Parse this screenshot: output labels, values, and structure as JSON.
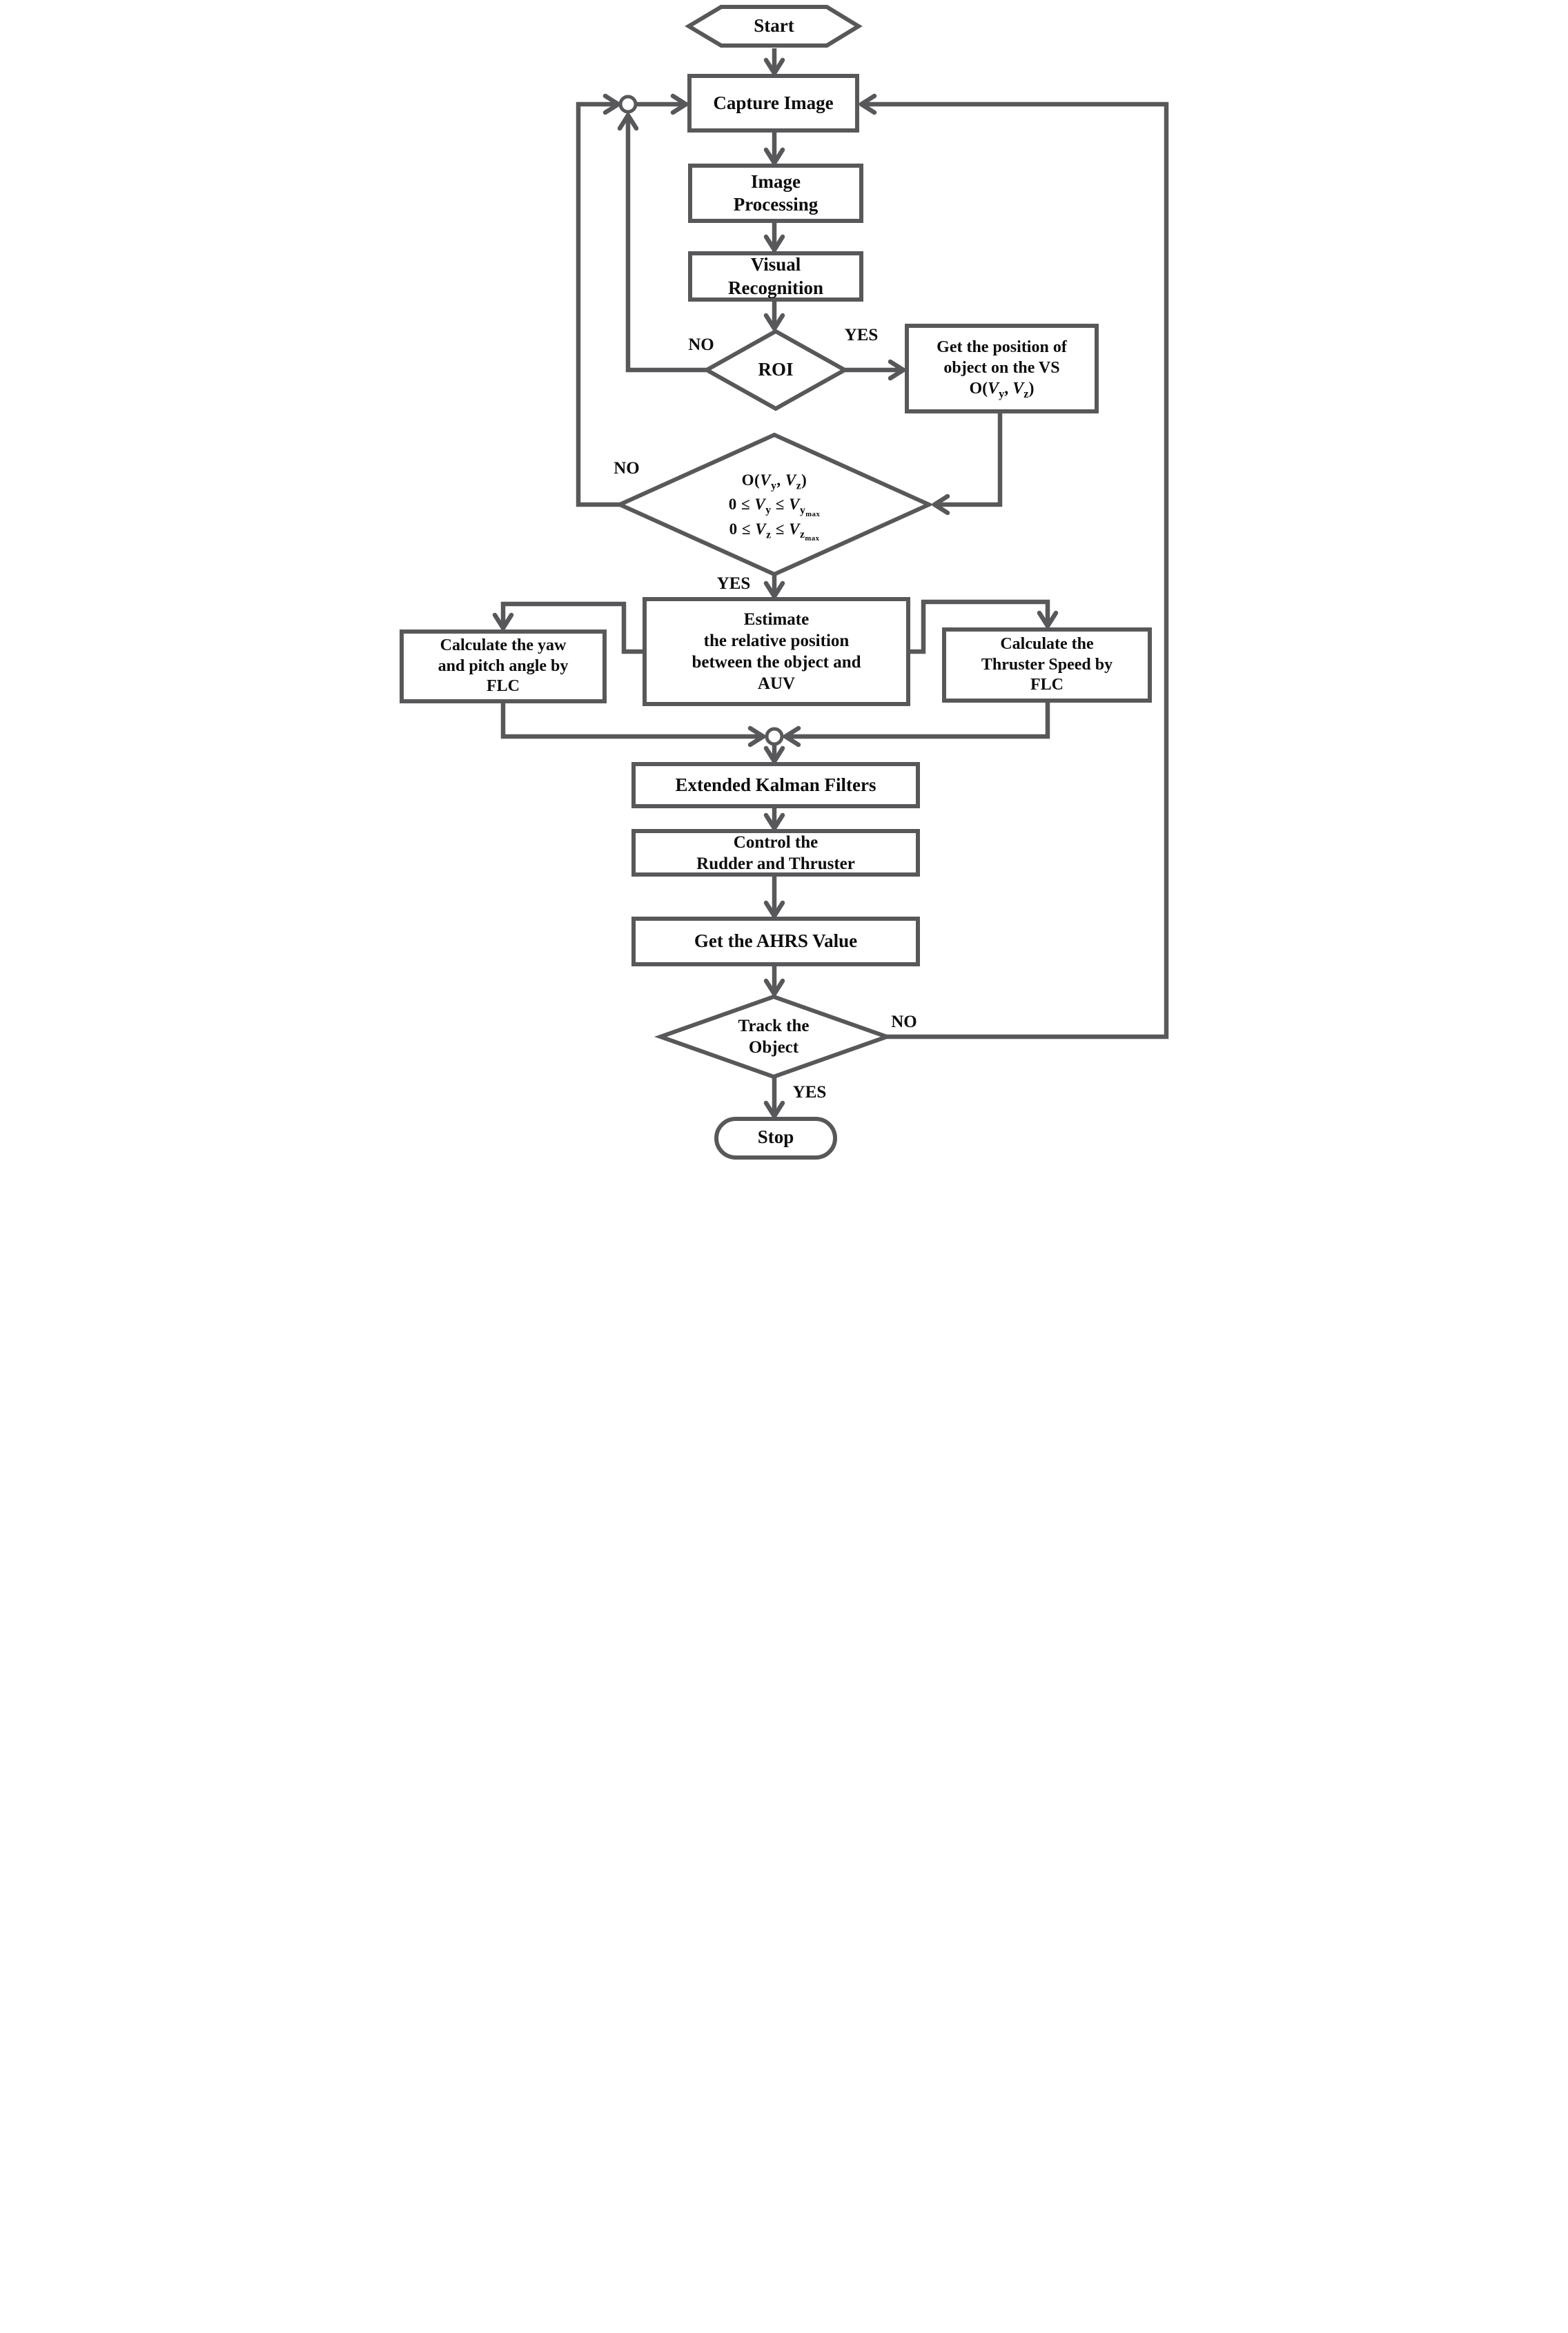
{
  "meta": {
    "diagram_type": "flowchart",
    "line_color": "#58585a",
    "shape_fill": "#ffffff",
    "text_color": "#0d0d0d",
    "background": "#ffffff"
  },
  "nodes": {
    "start": {
      "shape": "hexagon",
      "label": "Start"
    },
    "capture_image": {
      "shape": "rect",
      "label": "Capture Image"
    },
    "image_processing": {
      "shape": "rect",
      "lines": [
        "Image",
        "Processing"
      ]
    },
    "visual_recognition": {
      "shape": "rect",
      "lines": [
        "Visual",
        "Recognition"
      ]
    },
    "roi_decision": {
      "shape": "diamond",
      "label": "ROI"
    },
    "get_position": {
      "shape": "rect",
      "lines": [
        "Get the position of",
        "object on the VS"
      ],
      "math_line": "O(V_{y}, V_{z})"
    },
    "bounds_decision": {
      "shape": "diamond",
      "math_lines": [
        "O(V_{y}, V_{z})",
        "0 ≤ V_{y} ≤ V_{y_{max}}",
        "0 ≤ V_{z} ≤ V_{z_{max}}"
      ]
    },
    "estimate_position": {
      "shape": "rect",
      "lines": [
        "Estimate",
        "the relative position",
        "between the object and",
        "AUV"
      ]
    },
    "calc_yaw_pitch": {
      "shape": "rect",
      "lines": [
        "Calculate the yaw",
        "and pitch angle by",
        "FLC"
      ]
    },
    "calc_thruster": {
      "shape": "rect",
      "lines": [
        "Calculate the",
        "Thruster Speed by",
        "FLC"
      ]
    },
    "extended_kalman": {
      "shape": "rect",
      "label": "Extended Kalman Filters"
    },
    "control_rudder": {
      "shape": "rect",
      "lines": [
        "Control the",
        "Rudder and Thruster"
      ]
    },
    "get_ahrs": {
      "shape": "rect",
      "label": "Get the AHRS Value"
    },
    "track_decision": {
      "shape": "diamond",
      "lines": [
        "Track the",
        "Object"
      ]
    },
    "stop": {
      "shape": "stadium",
      "label": "Stop"
    }
  },
  "edge_labels": {
    "roi_yes": "YES",
    "roi_no": "NO",
    "bounds_no": "NO",
    "bounds_yes": "YES",
    "track_no": "NO",
    "track_yes": "YES"
  }
}
